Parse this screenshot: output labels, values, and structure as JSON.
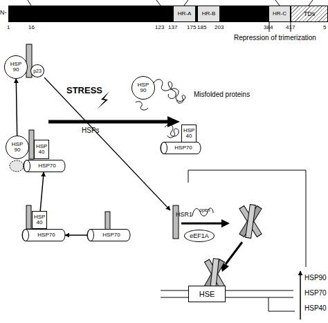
{
  "diagram": {
    "nodes": [
      {
        "text": [
          "HR-A"
        ]
      },
      {
        "text": [
          "HR-B"
        ]
      },
      {
        "text": [
          "HR-C"
        ]
      },
      {
        "text": [
          "TDs"
        ]
      },
      {
        "text": [
          "HSP 90"
        ]
      },
      {
        "text": [
          "p23"
        ]
      },
      {
        "text": [
          "HSP 90"
        ]
      },
      {
        "text": [
          "HSP 40"
        ]
      },
      {
        "text": [
          "HSP70"
        ]
      },
      {
        "text": [
          "HSP 90"
        ]
      },
      {
        "text": [
          "HSP 40"
        ]
      },
      {
        "text": [
          "HSP70"
        ]
      },
      {
        "text": [
          "HSP 40"
        ]
      },
      {
        "text": [
          "HSP70"
        ]
      },
      {
        "text": [
          "HSP70"
        ]
      },
      {
        "text": [
          "eEF1A"
        ]
      },
      {
        "text": [
          "HSE"
        ]
      }
    ],
    "edges": [
      {
        "from": 9,
        "to": 4,
        "arrow": "to"
      },
      {
        "from": 12,
        "to": 11,
        "arrow": "to"
      },
      {
        "from": 14,
        "to": 13,
        "arrow": "to"
      }
    ],
    "labels": [
      "N-",
      "1",
      "16",
      "123",
      "137",
      "175",
      "185",
      "203",
      "384",
      "417",
      "5",
      "Repression of trimerization",
      "STRESS",
      "HSPs",
      "Misfolded proteins",
      "HSR1",
      "open",
      "HSP90",
      "HSP70",
      "HSP40"
    ]
  }
}
